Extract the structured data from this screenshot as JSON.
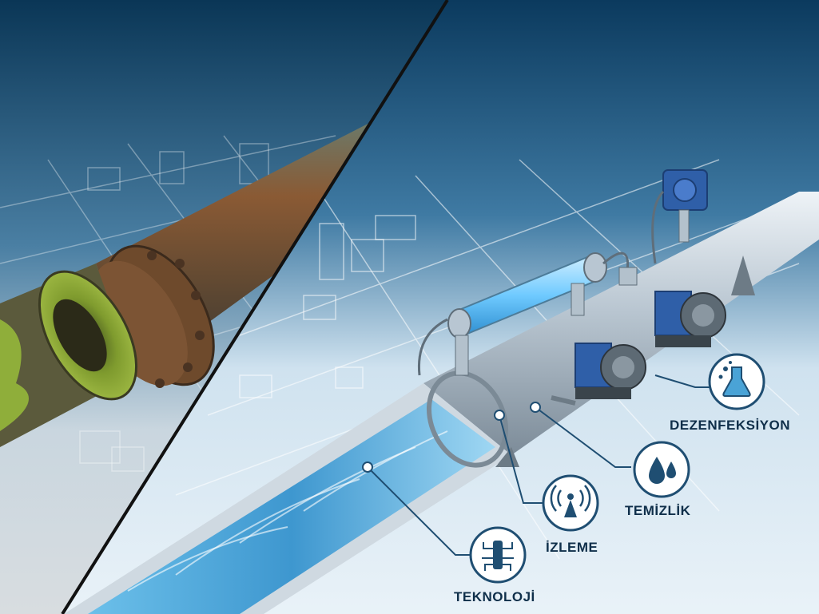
{
  "labels": {
    "disinfection": "DEZENFEKSİYON",
    "cleaning": "TEMİZLİK",
    "monitoring": "İZLEME",
    "technology": "TEKNOLOJİ"
  },
  "icons": {
    "disinfection": "flask-icon",
    "cleaning": "water-drops-icon",
    "monitoring": "signal-tower-icon",
    "technology": "circuit-chip-icon"
  },
  "colors": {
    "sky_top": "#0b3a5e",
    "sky_bottom": "#dbe9f3",
    "water": "#4aa3d6",
    "sludge": "#8fae3a",
    "rust": "#7a4a2a",
    "accent": "#1f5d86",
    "pump": "#2f5fa8",
    "uv_glow": "#7fd4ff"
  }
}
